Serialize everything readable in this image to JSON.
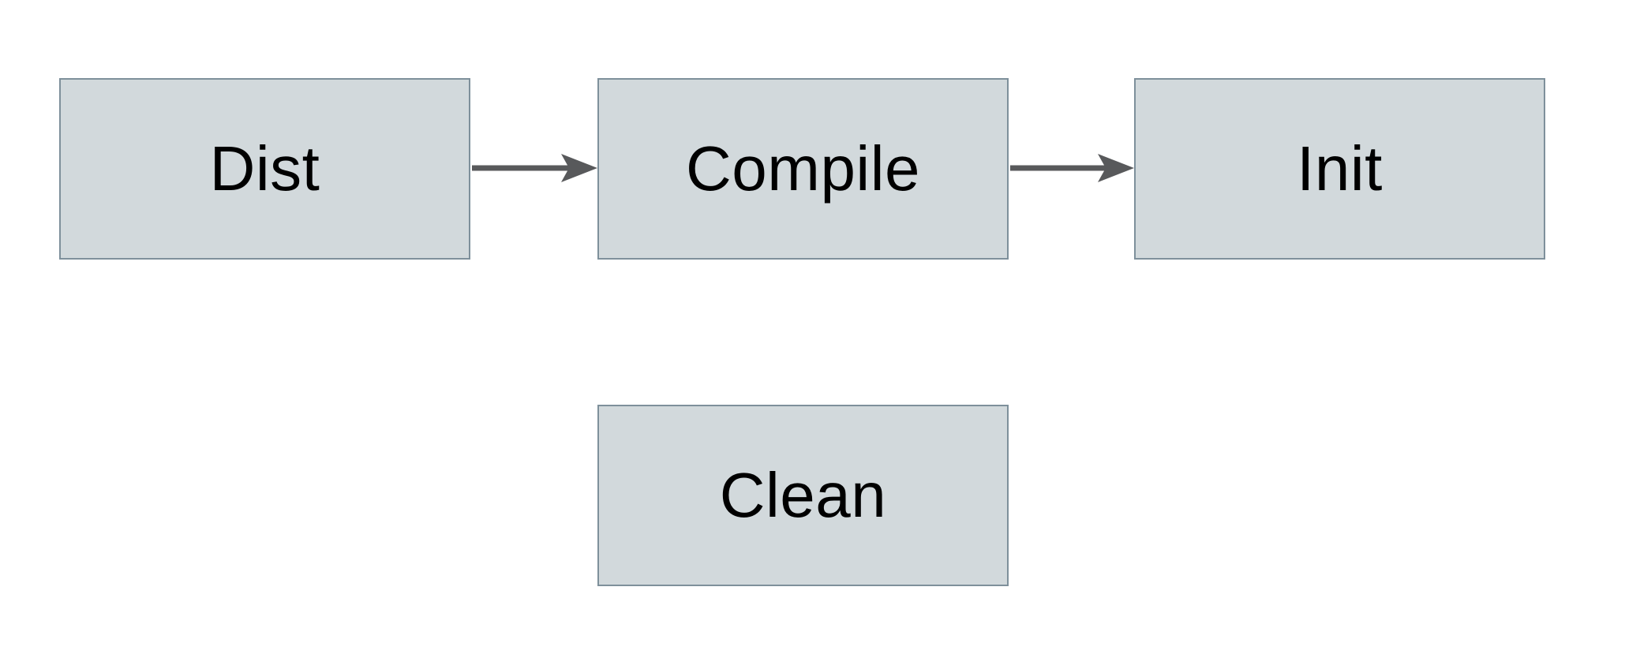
{
  "diagram": {
    "type": "flowchart",
    "nodes": [
      {
        "id": "dist",
        "label": "Dist"
      },
      {
        "id": "compile",
        "label": "Compile"
      },
      {
        "id": "init",
        "label": "Init"
      },
      {
        "id": "clean",
        "label": "Clean"
      }
    ],
    "edges": [
      {
        "from": "dist",
        "to": "compile",
        "direction": "right"
      },
      {
        "from": "compile",
        "to": "init",
        "direction": "right"
      }
    ]
  },
  "colors": {
    "canvas-bg": "#ffffff",
    "node-fill": "#d2d9dc",
    "node-border": "#7e909b",
    "node-text": "#000000",
    "arrow": "#58595b"
  }
}
